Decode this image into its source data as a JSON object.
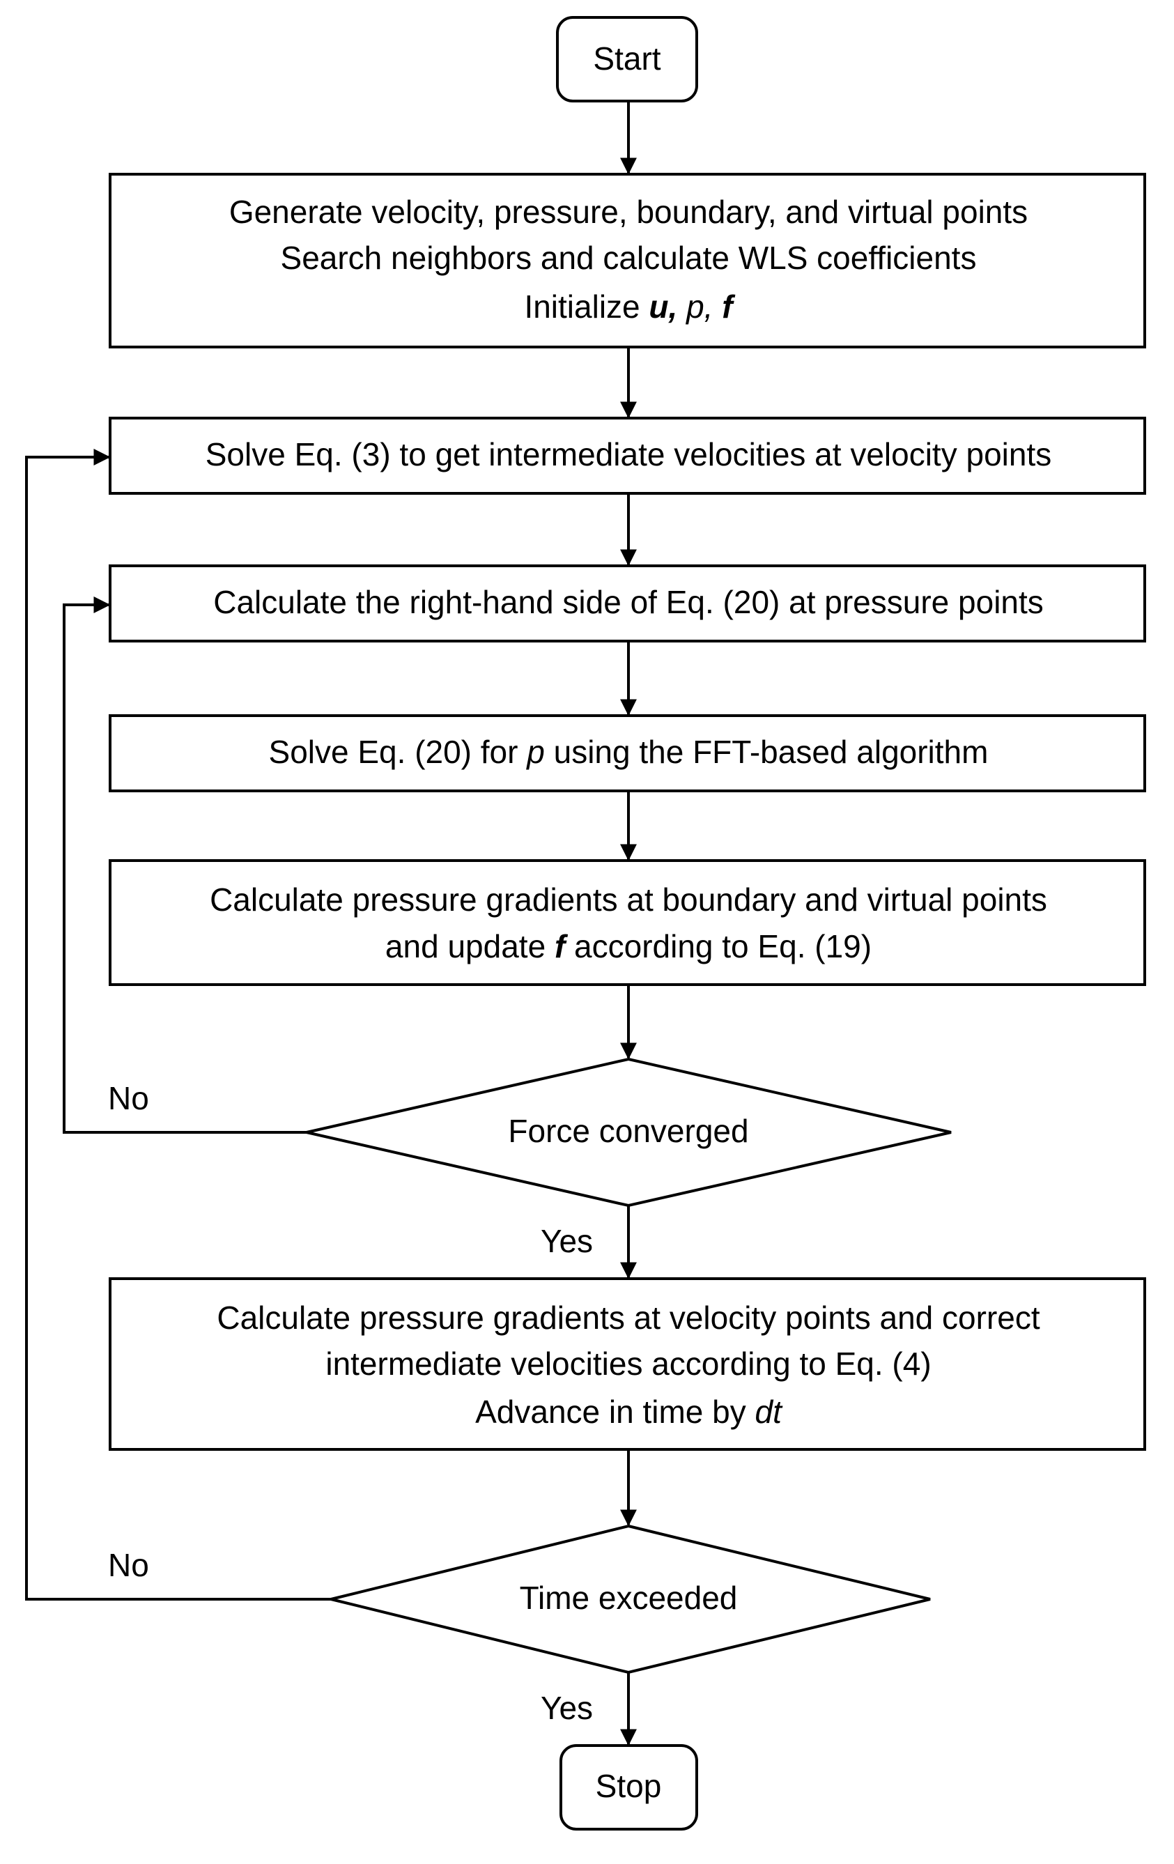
{
  "start": "Start",
  "init": {
    "line1": "Generate velocity, pressure, boundary, and virtual points",
    "line2": "Search neighbors and calculate WLS coefficients",
    "line3_prefix": "Initialize ",
    "var_u": "u,",
    "var_p": " p,",
    "var_f": " f"
  },
  "step_intermediate": "Solve Eq. (3) to get intermediate velocities at velocity points",
  "step_rhs": "Calculate the right-hand side of Eq. (20) at pressure points",
  "step_solve": {
    "prefix": "Solve Eq. (20) for ",
    "var": "p",
    "suffix": " using the FFT-based algorithm"
  },
  "step_gradients": {
    "line1": "Calculate pressure gradients at boundary and virtual points",
    "line2_prefix": "and update ",
    "var": "f",
    "line2_suffix": " according to Eq. (19)"
  },
  "decision_force": "Force converged",
  "decision_force_no": "No",
  "decision_force_yes": "Yes",
  "step_correct": {
    "line1": "Calculate pressure gradients at velocity points and correct",
    "line2": "intermediate velocities according to Eq. (4)",
    "line3_prefix": "Advance in time by ",
    "var": "dt"
  },
  "decision_time": "Time exceeded",
  "decision_time_no": "No",
  "decision_time_yes": "Yes",
  "stop": "Stop"
}
